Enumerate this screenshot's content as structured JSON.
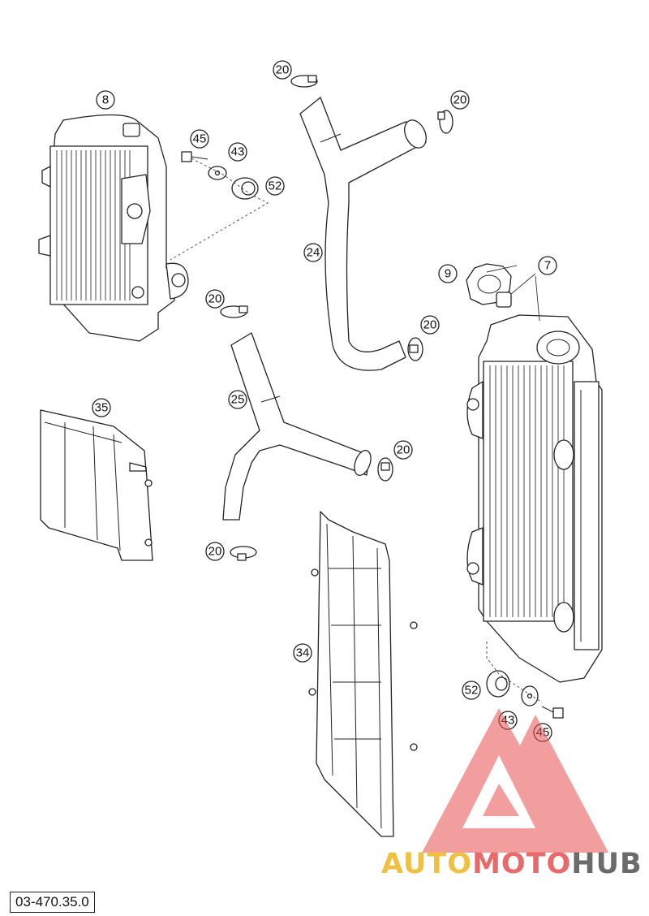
{
  "figure_code": "03-470.35.0",
  "watermark": {
    "part1": "AUTO",
    "part2": "MOTO",
    "part3": "HUB"
  },
  "callouts": {
    "c8": "8",
    "c45a": "45",
    "c43a": "43",
    "c52a": "52",
    "c20a": "20",
    "c20b": "20",
    "c24": "24",
    "c20c": "20",
    "c9": "9",
    "c7": "7",
    "c20d": "20",
    "c25": "25",
    "c35": "35",
    "c20e": "20",
    "c20f": "20",
    "c34": "34",
    "c52b": "52",
    "c43b": "43",
    "c45b": "45"
  }
}
